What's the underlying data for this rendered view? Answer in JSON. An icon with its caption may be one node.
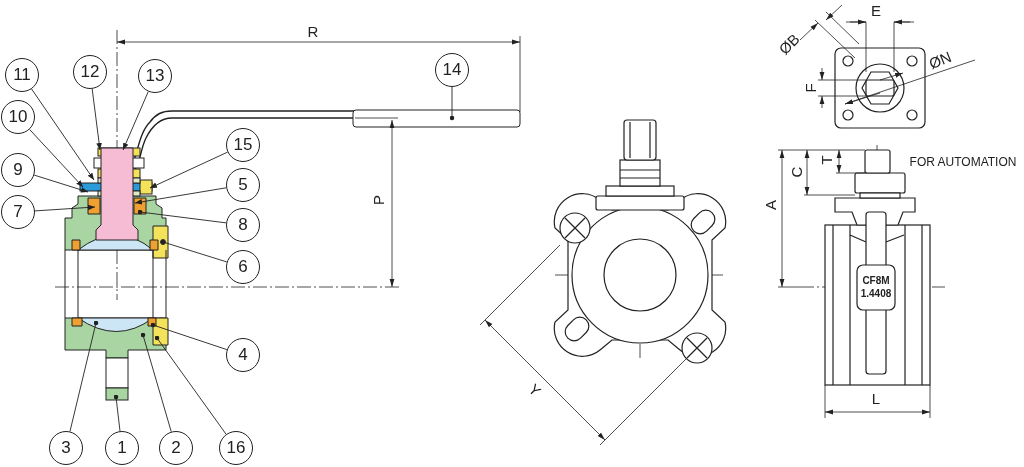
{
  "diagram": {
    "nodes": [
      {
        "text": [
          "11"
        ]
      },
      {
        "text": [
          "12"
        ]
      },
      {
        "text": [
          "13"
        ]
      },
      {
        "text": [
          "14"
        ]
      },
      {
        "text": [
          "10"
        ]
      },
      {
        "text": [
          "15"
        ]
      },
      {
        "text": [
          "9"
        ]
      },
      {
        "text": [
          "5"
        ]
      },
      {
        "text": [
          "7"
        ]
      },
      {
        "text": [
          "8"
        ]
      },
      {
        "text": [
          "6"
        ]
      },
      {
        "text": [
          "4"
        ]
      },
      {
        "text": [
          "3"
        ]
      },
      {
        "text": [
          "1"
        ]
      },
      {
        "text": [
          "2"
        ]
      },
      {
        "text": [
          "16"
        ]
      }
    ],
    "edges": [
      {
        "from": 0,
        "to": null,
        "arrow": "to"
      },
      {
        "from": 1,
        "to": null,
        "arrow": "to"
      },
      {
        "from": 2,
        "to": null,
        "arrow": "to"
      },
      {
        "from": 3,
        "to": null,
        "arrow": "other"
      },
      {
        "from": 4,
        "to": null,
        "arrow": "to"
      },
      {
        "from": 5,
        "to": null,
        "arrow": "to"
      },
      {
        "from": 6,
        "to": null,
        "arrow": "to"
      },
      {
        "from": 7,
        "to": null,
        "arrow": "to"
      },
      {
        "from": 8,
        "to": null,
        "arrow": "to"
      },
      {
        "from": 9,
        "to": null,
        "arrow": "other"
      },
      {
        "from": 10,
        "to": null,
        "arrow": "other"
      },
      {
        "from": 11,
        "to": null,
        "arrow": "other"
      },
      {
        "from": 12,
        "to": null,
        "arrow": "other"
      },
      {
        "from": 13,
        "to": null,
        "arrow": "other"
      },
      {
        "from": 14,
        "to": null,
        "arrow": "other"
      },
      {
        "from": 15,
        "to": null,
        "arrow": "other"
      }
    ],
    "labels": [
      "R",
      "ØB",
      "E",
      "ØN",
      "F",
      "T",
      "C",
      "FOR AUTOMATION",
      "P",
      "A",
      "CF8M",
      "1.4408",
      "Y",
      "L"
    ]
  }
}
